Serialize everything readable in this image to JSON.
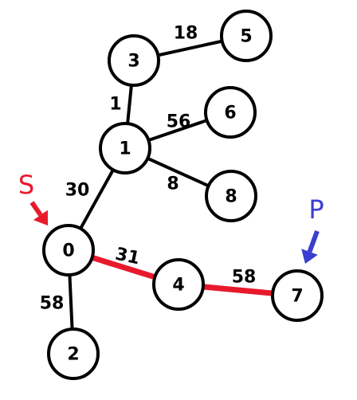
{
  "colors": {
    "start_marker": "#e8192c",
    "end_marker": "#3a3fd1",
    "highlight_path": "#e8192c",
    "edge": "#000000",
    "node_stroke": "#000000"
  },
  "markers": {
    "start": {
      "label": "S",
      "target_node": "0"
    },
    "end": {
      "label": "P",
      "target_node": "7"
    }
  },
  "nodes": [
    {
      "id": "0",
      "label": "0"
    },
    {
      "id": "1",
      "label": "1"
    },
    {
      "id": "2",
      "label": "2"
    },
    {
      "id": "3",
      "label": "3"
    },
    {
      "id": "4",
      "label": "4"
    },
    {
      "id": "5",
      "label": "5"
    },
    {
      "id": "6",
      "label": "6"
    },
    {
      "id": "7",
      "label": "7"
    },
    {
      "id": "8",
      "label": "8"
    }
  ],
  "edges": [
    {
      "from": "3",
      "to": "5",
      "weight": "18",
      "highlighted": false
    },
    {
      "from": "1",
      "to": "3",
      "weight": "1",
      "highlighted": false
    },
    {
      "from": "1",
      "to": "6",
      "weight": "56",
      "highlighted": false
    },
    {
      "from": "1",
      "to": "8",
      "weight": "8",
      "highlighted": false
    },
    {
      "from": "0",
      "to": "1",
      "weight": "30",
      "highlighted": false
    },
    {
      "from": "0",
      "to": "4",
      "weight": "31",
      "highlighted": true
    },
    {
      "from": "4",
      "to": "7",
      "weight": "58",
      "highlighted": true
    },
    {
      "from": "0",
      "to": "2",
      "weight": "58",
      "highlighted": false
    }
  ]
}
